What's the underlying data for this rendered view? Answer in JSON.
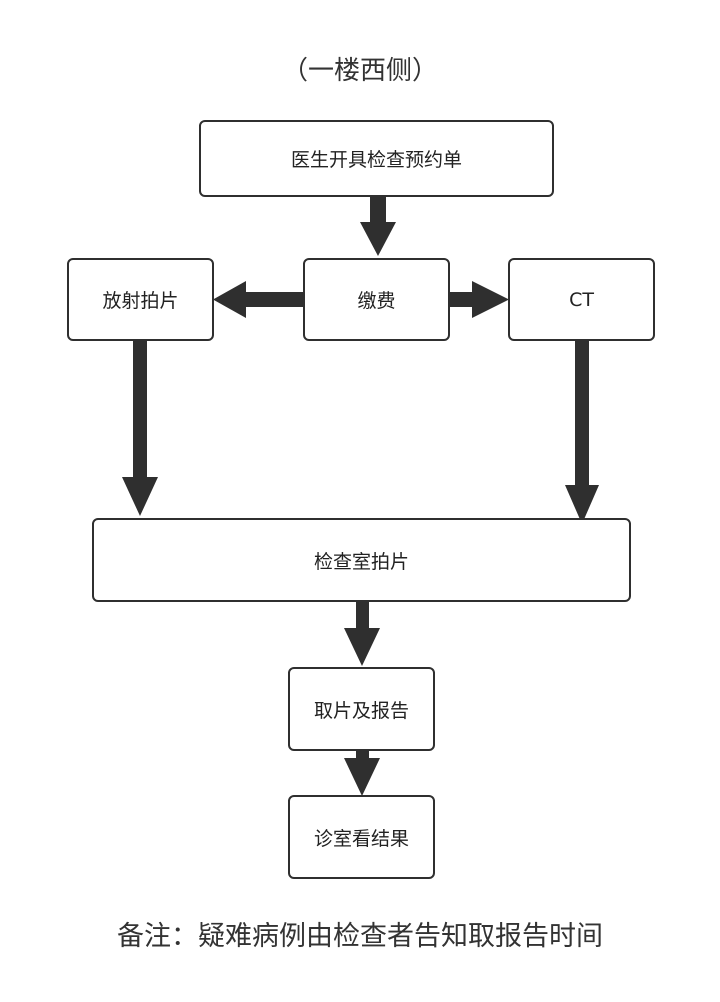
{
  "title": "（一楼西侧）",
  "nodes": {
    "doctor_order": "医生开具检查预约单",
    "payment": "缴费",
    "xray": "放射拍片",
    "ct": "CT",
    "exam_room_imaging": "检查室拍片",
    "pickup_report": "取片及报告",
    "clinic_results": "诊室看结果"
  },
  "note": "备注：疑难病例由检查者告知取报告时间",
  "colors": {
    "arrow": "#2f2f2f",
    "border": "#2f2f2f",
    "background": "#ffffff"
  }
}
